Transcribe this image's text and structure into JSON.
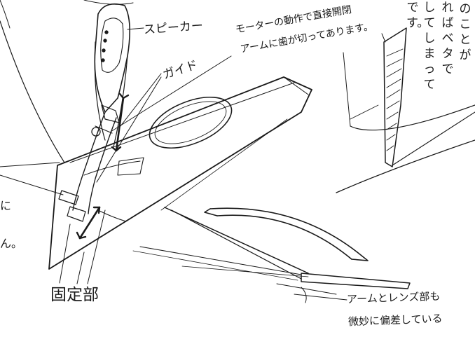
{
  "labels": {
    "speaker": "スピーカー",
    "guide": "ガイド",
    "motor_note_line1": "モーターの動作で直接開閉",
    "motor_note_line2": "アームに歯が切ってあります。",
    "fixed_part": "固定部",
    "arm_lens_line1": "アームとレンズ部も",
    "arm_lens_line2": "微妙に偏差している",
    "left_fragment_1": "に",
    "left_fragment_2": "ん。"
  },
  "vertical_text_columns": [
    "のことが",
    "ればベタで",
    "してしまって",
    "です。"
  ],
  "colors": {
    "ink": "#1a1a1a",
    "paper": "#ffffff"
  }
}
